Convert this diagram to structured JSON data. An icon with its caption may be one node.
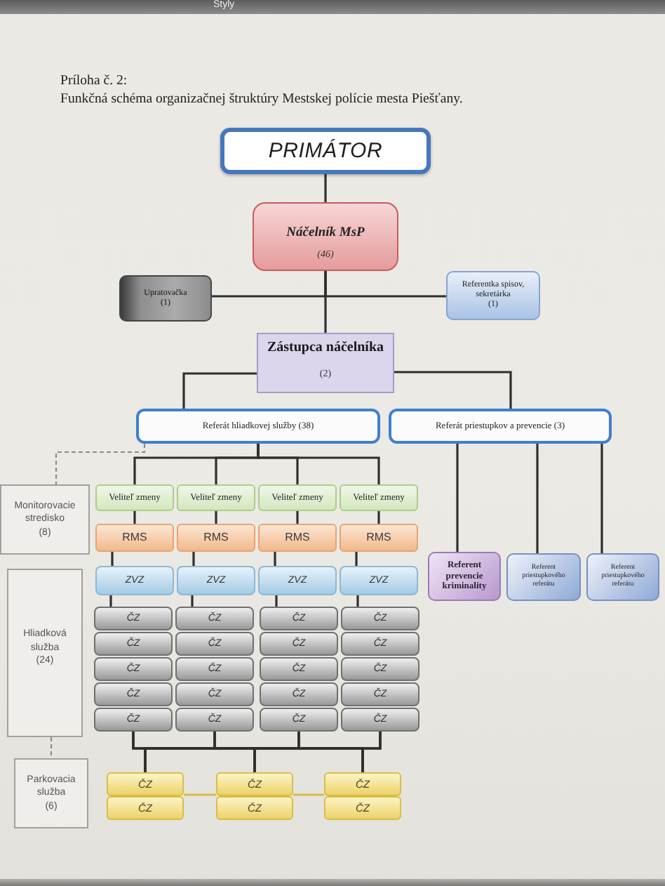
{
  "diagram": {
    "title": "Funkčná schéma organizačnej štruktúry Mestskej polície mesta Piešťany.",
    "nodes": [
      {
        "text": [
          "PRIMÁTOR"
        ]
      },
      {
        "text": [
          "Náčelník MsP",
          "(46)"
        ]
      },
      {
        "text": [
          "Upratovačka",
          "(1)"
        ]
      },
      {
        "text": [
          "Referentka spisov, sekretárka",
          "(1)"
        ]
      },
      {
        "text": [
          "Zástupca náčelníka",
          "(2)"
        ]
      },
      {
        "text": [
          "Referát hliadkovej služby (38)"
        ]
      },
      {
        "text": [
          "Referát priestupkov a prevencie (3)"
        ]
      },
      {
        "text": [
          "Monitorovacie stredisko",
          "(8)"
        ]
      },
      {
        "text": [
          "Veliteľ zmeny"
        ]
      },
      {
        "text": [
          "Veliteľ zmeny"
        ]
      },
      {
        "text": [
          "Veliteľ zmeny"
        ]
      },
      {
        "text": [
          "Veliteľ zmeny"
        ]
      },
      {
        "text": [
          "RMS"
        ]
      },
      {
        "text": [
          "RMS"
        ]
      },
      {
        "text": [
          "RMS"
        ]
      },
      {
        "text": [
          "RMS"
        ]
      },
      {
        "text": [
          "ZVZ"
        ]
      },
      {
        "text": [
          "ZVZ"
        ]
      },
      {
        "text": [
          "ZVZ"
        ]
      },
      {
        "text": [
          "ZVZ"
        ]
      },
      {
        "text": [
          "Referent prevencie kriminality"
        ]
      },
      {
        "text": [
          "Referent priestupkového referátu"
        ]
      },
      {
        "text": [
          "Referent priestupkového referátu"
        ]
      },
      {
        "text": [
          "Hliadková služba",
          "(24)"
        ]
      },
      {
        "text": [
          "ČZ"
        ]
      },
      {
        "text": [
          "ČZ"
        ]
      },
      {
        "text": [
          "ČZ"
        ]
      },
      {
        "text": [
          "ČZ"
        ]
      },
      {
        "text": [
          "ČZ"
        ]
      },
      {
        "text": [
          "ČZ"
        ]
      },
      {
        "text": [
          "ČZ"
        ]
      },
      {
        "text": [
          "ČZ"
        ]
      },
      {
        "text": [
          "ČZ"
        ]
      },
      {
        "text": [
          "ČZ"
        ]
      },
      {
        "text": [
          "ČZ"
        ]
      },
      {
        "text": [
          "ČZ"
        ]
      },
      {
        "text": [
          "ČZ"
        ]
      },
      {
        "text": [
          "ČZ"
        ]
      },
      {
        "text": [
          "ČZ"
        ]
      },
      {
        "text": [
          "ČZ"
        ]
      },
      {
        "text": [
          "ČZ"
        ]
      },
      {
        "text": [
          "ČZ"
        ]
      },
      {
        "text": [
          "ČZ"
        ]
      },
      {
        "text": [
          "ČZ"
        ]
      },
      {
        "text": [
          "Parkovacia služba",
          "(6)"
        ]
      },
      {
        "text": [
          "ČZ"
        ]
      },
      {
        "text": [
          "ČZ"
        ]
      },
      {
        "text": [
          "ČZ"
        ]
      },
      {
        "text": [
          "ČZ"
        ]
      },
      {
        "text": [
          "ČZ"
        ]
      },
      {
        "text": [
          "ČZ"
        ]
      }
    ],
    "edges": [
      {
        "from": 0,
        "to": 1,
        "arrow": "none"
      },
      {
        "from": 1,
        "to": 2,
        "arrow": "none"
      },
      {
        "from": 1,
        "to": 3,
        "arrow": "none"
      },
      {
        "from": 1,
        "to": 4,
        "arrow": "none"
      },
      {
        "from": 4,
        "to": 5,
        "arrow": "none"
      },
      {
        "from": 4,
        "to": 6,
        "arrow": "none"
      },
      {
        "from": 5,
        "to": 7,
        "arrow": "none",
        "style": "dashed",
        "color": "#8c8c8c"
      },
      {
        "from": 5,
        "to": 8,
        "arrow": "none"
      },
      {
        "from": 5,
        "to": 9,
        "arrow": "none"
      },
      {
        "from": 5,
        "to": 10,
        "arrow": "none"
      },
      {
        "from": 5,
        "to": 11,
        "arrow": "none"
      },
      {
        "from": 8,
        "to": 12,
        "arrow": "none"
      },
      {
        "from": 9,
        "to": 13,
        "arrow": "none"
      },
      {
        "from": 10,
        "to": 14,
        "arrow": "none"
      },
      {
        "from": 11,
        "to": 15,
        "arrow": "none"
      },
      {
        "from": 12,
        "to": 16,
        "arrow": "none"
      },
      {
        "from": 13,
        "to": 17,
        "arrow": "none"
      },
      {
        "from": 14,
        "to": 18,
        "arrow": "none"
      },
      {
        "from": 15,
        "to": 19,
        "arrow": "none"
      },
      {
        "from": 16,
        "to": 24,
        "arrow": "none"
      },
      {
        "from": 17,
        "to": 25,
        "arrow": "none"
      },
      {
        "from": 18,
        "to": 26,
        "arrow": "none"
      },
      {
        "from": 19,
        "to": 27,
        "arrow": "none"
      },
      {
        "from": 40,
        "to": 45,
        "arrow": "none"
      },
      {
        "from": 40,
        "to": 46,
        "arrow": "none"
      },
      {
        "from": 40,
        "to": 47,
        "arrow": "none"
      },
      {
        "from": 41,
        "to": 45,
        "arrow": "none"
      },
      {
        "from": 41,
        "to": 46,
        "arrow": "none"
      },
      {
        "from": 41,
        "to": 47,
        "arrow": "none"
      },
      {
        "from": 42,
        "to": 45,
        "arrow": "none"
      },
      {
        "from": 42,
        "to": 46,
        "arrow": "none"
      },
      {
        "from": 42,
        "to": 47,
        "arrow": "none"
      },
      {
        "from": 43,
        "to": 45,
        "arrow": "none"
      },
      {
        "from": 43,
        "to": 46,
        "arrow": "none"
      },
      {
        "from": 43,
        "to": 47,
        "arrow": "none"
      },
      {
        "from": 45,
        "to": 46,
        "arrow": "none",
        "color": "#d6bc4e"
      },
      {
        "from": 46,
        "to": 47,
        "arrow": "none",
        "color": "#d6bc4e"
      },
      {
        "from": 23,
        "to": 44,
        "arrow": "none",
        "style": "dashed",
        "color": "#8c8c8c"
      },
      {
        "from": 6,
        "to": 20,
        "arrow": "none"
      },
      {
        "from": 6,
        "to": 21,
        "arrow": "none"
      },
      {
        "from": 6,
        "to": 22,
        "arrow": "none"
      }
    ],
    "labels": [
      "Styly",
      "Príloha č. 2:"
    ]
  }
}
